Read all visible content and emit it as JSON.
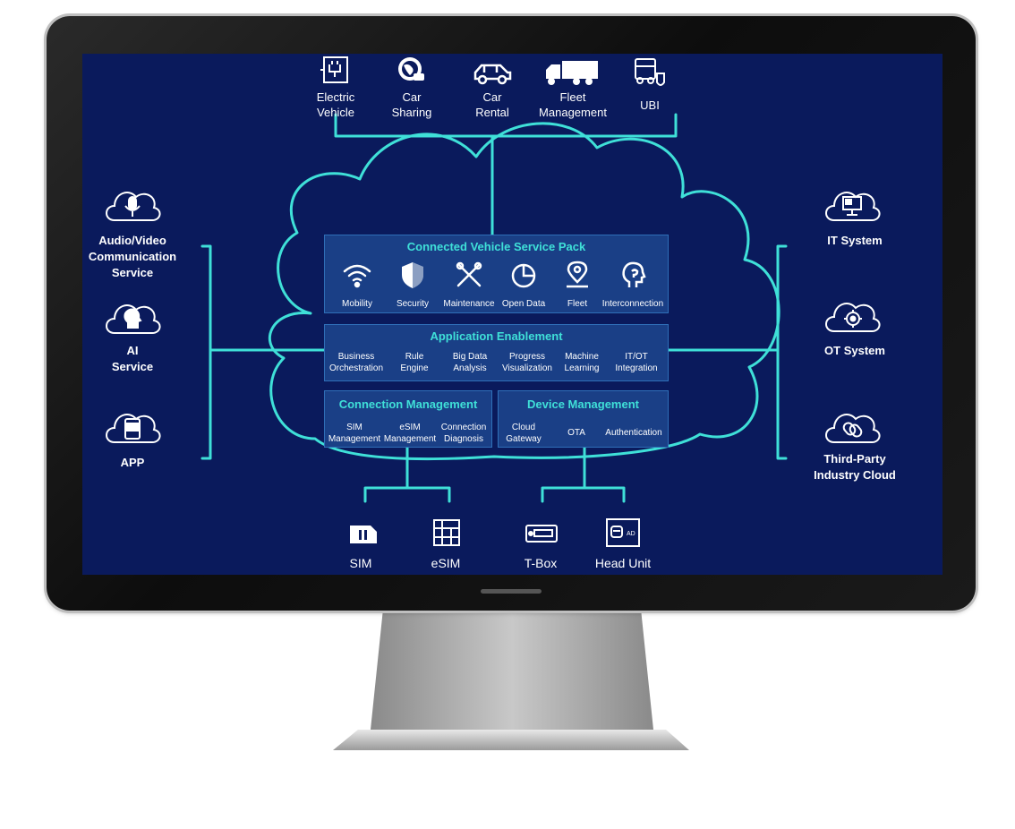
{
  "colors": {
    "screen_background": "#0a1a5c",
    "connector": "#3fe0d8",
    "panel": "#1a3f86",
    "panel_title": "#3fe0d8"
  },
  "top_apps": [
    {
      "label": "Electric\nVehicle",
      "icon": "ev-charger-icon"
    },
    {
      "label": "Car\nSharing",
      "icon": "globe-car-icon"
    },
    {
      "label": "Car\nRental",
      "icon": "car-icon"
    },
    {
      "label": "Fleet\nManagement",
      "icon": "truck-icon"
    },
    {
      "label": "UBI",
      "icon": "insurance-truck-icon"
    }
  ],
  "left_services": [
    {
      "label": "Audio/Video\nCommunication\nService",
      "icon": "microphone-cloud-icon"
    },
    {
      "label": "AI\nService",
      "icon": "ai-head-cloud-icon"
    },
    {
      "label": "APP",
      "icon": "app-phone-cloud-icon"
    }
  ],
  "right_systems": [
    {
      "label": "IT System",
      "icon": "monitor-cloud-icon"
    },
    {
      "label": "OT System",
      "icon": "gear-cloud-icon"
    },
    {
      "label": "Third-Party\nIndustry Cloud",
      "icon": "link-cloud-icon"
    }
  ],
  "service_pack": {
    "title": "Connected Vehicle Service Pack",
    "items": [
      {
        "label": "Mobility",
        "icon": "wifi-icon"
      },
      {
        "label": "Security",
        "icon": "shield-icon"
      },
      {
        "label": "Maintenance",
        "icon": "tools-icon"
      },
      {
        "label": "Open Data",
        "icon": "pie-chart-icon"
      },
      {
        "label": "Fleet",
        "icon": "location-pin-icon"
      },
      {
        "label": "Interconnection",
        "icon": "head-profile-icon"
      }
    ]
  },
  "app_enablement": {
    "title": "Application Enablement",
    "items": [
      "Business\nOrchestration",
      "Rule\nEngine",
      "Big Data\nAnalysis",
      "Progress\nVisualization",
      "Machine\nLearning",
      "IT/OT\nIntegration"
    ]
  },
  "connection_mgmt": {
    "title": "Connection Management",
    "items": [
      "SIM\nManagement",
      "eSIM\nManagement",
      "Connection\nDiagnosis"
    ]
  },
  "device_mgmt": {
    "title": "Device Management",
    "items": [
      "Cloud\nGateway",
      "OTA",
      "Authentication"
    ]
  },
  "bottom_devices": [
    {
      "label": "SIM",
      "icon": "sim-card-icon"
    },
    {
      "label": "eSIM",
      "icon": "esim-chip-icon"
    },
    {
      "label": "T-Box",
      "icon": "tbox-icon"
    },
    {
      "label": "Head Unit",
      "icon": "head-unit-icon"
    }
  ]
}
